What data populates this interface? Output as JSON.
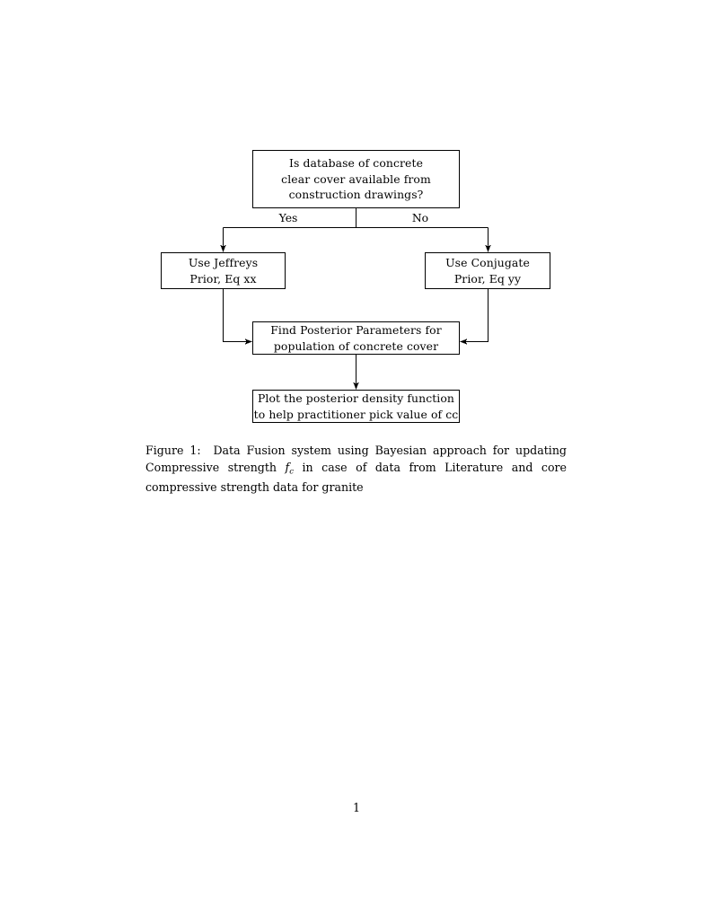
{
  "document": {
    "page_number": "1",
    "background_color": "#ffffff",
    "text_color": "#000000"
  },
  "figure": {
    "caption_label": "Figure 1:",
    "caption_text_part1": "Data Fusion system using Bayesian approach for updating Compressive strength",
    "caption_math": "f",
    "caption_math_sub": "c",
    "caption_text_part2": "in case of data from Literature and core compressive strength data for granite",
    "nodes": {
      "question": {
        "id": "question",
        "shape": "rectangle",
        "lines": [
          "Is database of concrete",
          "clear cover available from",
          "construction drawings?"
        ]
      },
      "jeffreys": {
        "id": "jeffreys",
        "shape": "rectangle",
        "lines": [
          "Use Jeffreys",
          "Prior, Eq xx"
        ]
      },
      "conjugate": {
        "id": "conjugate",
        "shape": "rectangle",
        "lines": [
          "Use Conjugate",
          "Prior, Eq yy"
        ]
      },
      "posterior": {
        "id": "posterior",
        "shape": "rectangle",
        "lines": [
          "Find Posterior Parameters for",
          "population of concrete cover"
        ]
      },
      "plot": {
        "id": "plot",
        "shape": "rectangle",
        "lines": [
          "Plot the posterior density function",
          "to help practitioner pick value of cc"
        ]
      }
    },
    "edge_labels": {
      "yes": "Yes",
      "no": "No"
    },
    "edges": [
      {
        "from": "question",
        "to": "jeffreys",
        "label": "Yes",
        "style": "orthogonal-arrow"
      },
      {
        "from": "question",
        "to": "conjugate",
        "label": "No",
        "style": "orthogonal-arrow"
      },
      {
        "from": "jeffreys",
        "to": "posterior",
        "label": "",
        "style": "orthogonal-arrow"
      },
      {
        "from": "conjugate",
        "to": "posterior",
        "label": "",
        "style": "orthogonal-arrow"
      },
      {
        "from": "posterior",
        "to": "plot",
        "label": "",
        "style": "straight-arrow"
      }
    ],
    "line_color": "#000000",
    "line_width": 1
  }
}
